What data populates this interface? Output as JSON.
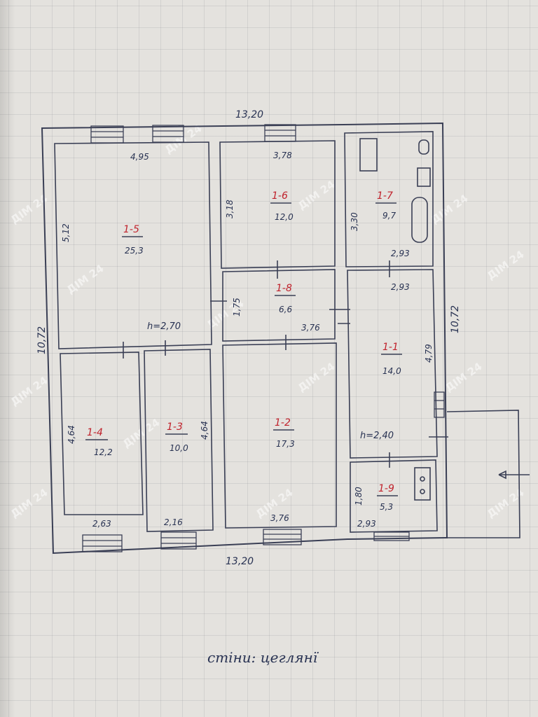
{
  "plan": {
    "dimensions": {
      "top_width": "13,20",
      "bottom_width": "13,20",
      "left_height": "10,72",
      "right_height": "10,72"
    },
    "ceiling_heights": [
      "h=2,70",
      "h=2,40"
    ],
    "rooms": [
      {
        "id": "1-5",
        "area": "25,3"
      },
      {
        "id": "1-6",
        "area": "12,0"
      },
      {
        "id": "1-7",
        "area": "9,7"
      },
      {
        "id": "1-8",
        "area": "6,6"
      },
      {
        "id": "1-1",
        "area": "14,0"
      },
      {
        "id": "1-4",
        "area": "12,2"
      },
      {
        "id": "1-3",
        "area": "10,0"
      },
      {
        "id": "1-2",
        "area": "17,3"
      },
      {
        "id": "1-9",
        "area": "5,3"
      }
    ],
    "room_dimensions": {
      "r15_w": "4,95",
      "r15_h": "5,12",
      "r16_w": "3,78",
      "r16_h": "3,18",
      "r17_h": "3,30",
      "r17_w": "2,93",
      "r18_h": "1,75",
      "r18_w": "3,76",
      "r11_w": "2,93",
      "r11_h": "4,79",
      "r14_h": "4,64",
      "r14_w": "2,63",
      "r13_h": "4,64",
      "r13_w": "2,16",
      "r12_w": "3,76",
      "r19_h": "1,80",
      "r19_w": "2,93"
    },
    "note": "стіни: цеглянї",
    "watermark": "ДІМ 24"
  }
}
